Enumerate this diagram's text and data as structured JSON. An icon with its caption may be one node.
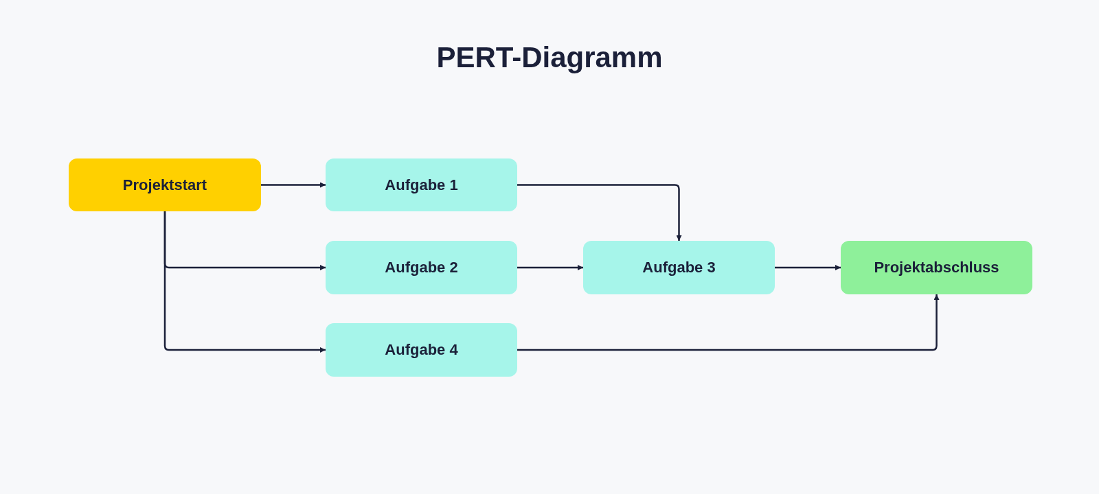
{
  "diagram": {
    "title": "PERT-Diagramm",
    "nodes": [
      {
        "text": [
          "Projektstart"
        ]
      },
      {
        "text": [
          "Aufgabe 1"
        ]
      },
      {
        "text": [
          "Aufgabe 2"
        ]
      },
      {
        "text": [
          "Aufgabe 3"
        ]
      },
      {
        "text": [
          "Projektabschluss"
        ]
      },
      {
        "text": [
          "Aufgabe 4"
        ]
      }
    ],
    "edges": [
      {
        "from": 0,
        "to": 1,
        "arrow": "to"
      },
      {
        "from": 0,
        "to": 2,
        "arrow": "to"
      },
      {
        "from": 0,
        "to": 5,
        "arrow": "to"
      },
      {
        "from": 1,
        "to": 3,
        "arrow": "to"
      },
      {
        "from": 2,
        "to": 3,
        "arrow": "to"
      },
      {
        "from": 3,
        "to": 4,
        "arrow": "to"
      },
      {
        "from": 5,
        "to": 4,
        "arrow": "to"
      }
    ]
  }
}
